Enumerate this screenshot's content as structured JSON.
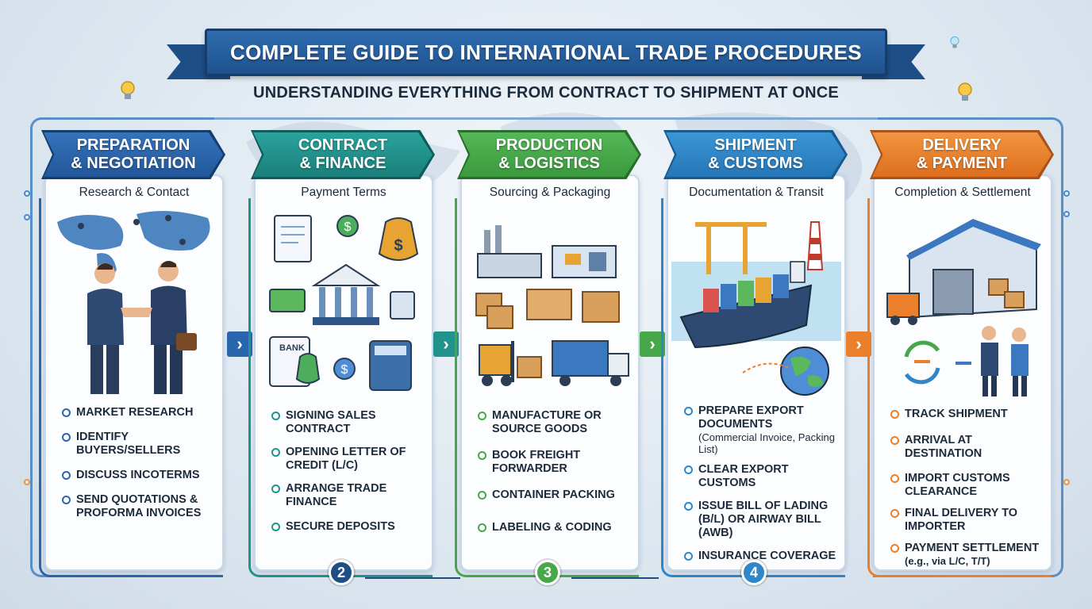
{
  "title": "COMPLETE GUIDE TO INTERNATIONAL TRADE PROCEDURES",
  "subtitle": "UNDERSTANDING EVERYTHING FROM CONTRACT TO SHIPMENT AT ONCE",
  "colors": {
    "stage1": "#2a66ad",
    "stage2": "#22928d",
    "stage3": "#47a84a",
    "stage4": "#2f86c8",
    "stage5": "#ec7f2a"
  },
  "stages": [
    {
      "header_line1": "PREPARATION",
      "header_line2": "& NEGOTIATION",
      "subtitle": "Research & Contact",
      "illustration": "handshake-world-map-icon",
      "items": [
        "MARKET RESEARCH",
        "IDENTIFY BUYERS/SELLERS",
        "DISCUSS INCOTERMS",
        "SEND QUOTATIONS & PROFORMA INVOICES"
      ]
    },
    {
      "header_line1": "CONTRACT",
      "header_line2": "& FINANCE",
      "subtitle": "Payment Terms",
      "illustration": "bank-finance-icon",
      "bank_label": "BANK",
      "items": [
        "SIGNING SALES CONTRACT",
        "OPENING LETTER OF CREDIT (L/C)",
        "ARRANGE TRADE FINANCE",
        "SECURE DEPOSITS"
      ]
    },
    {
      "header_line1": "PRODUCTION",
      "header_line2": "& LOGISTICS",
      "subtitle": "Sourcing & Packaging",
      "illustration": "factory-boxes-truck-icon",
      "items": [
        "MANUFACTURE OR SOURCE GOODS",
        "BOOK FREIGHT FORWARDER",
        "CONTAINER PACKING",
        "LABELING & CODING"
      ]
    },
    {
      "header_line1": "SHIPMENT",
      "header_line2": "& CUSTOMS",
      "subtitle": "Documentation & Transit",
      "illustration": "port-ship-globe-icon",
      "items": [
        "PREPARE EXPORT DOCUMENTS",
        "CLEAR EXPORT CUSTOMS",
        "ISSUE BILL OF LADING (B/L) OR AIRWAY BILL (AWB)",
        "INSURANCE COVERAGE"
      ],
      "item_note": "(Commercial Invoice, Packing List)"
    },
    {
      "header_line1": "DELIVERY",
      "header_line2": "& PAYMENT",
      "subtitle": "Completion & Settlement",
      "illustration": "warehouse-delivery-icon",
      "items": [
        "TRACK SHIPMENT",
        "ARRIVAL AT DESTINATION",
        "IMPORT CUSTOMS CLEARANCE",
        "FINAL DELIVERY TO IMPORTER",
        "PAYMENT SETTLEMENT"
      ],
      "item_note": "(e.g., via L/C, T/T)"
    }
  ],
  "step_numbers": [
    "2",
    "3",
    "4"
  ]
}
